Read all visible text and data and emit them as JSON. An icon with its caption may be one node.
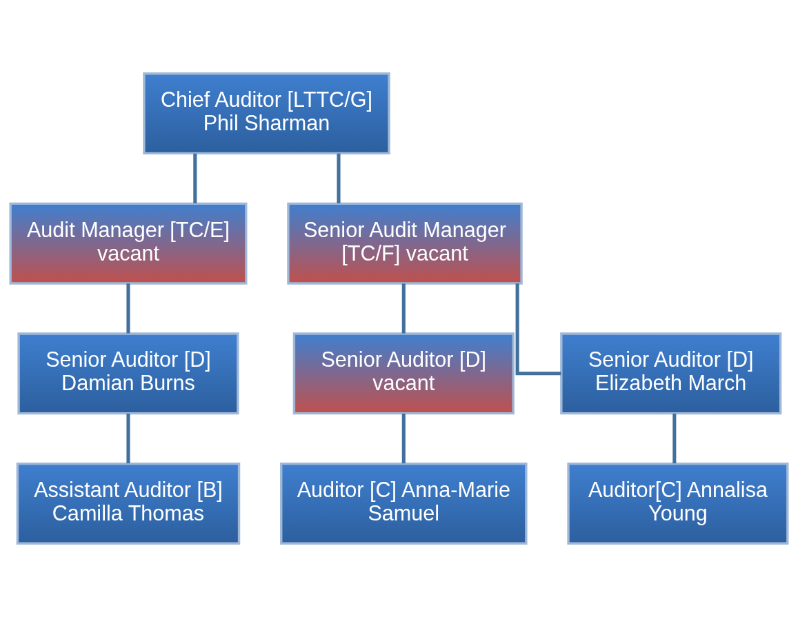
{
  "diagram": {
    "nodes": [
      {
        "text": [
          "Chief Auditor [LTTC/G] Phil Sharman"
        ]
      },
      {
        "text": [
          "Audit Manager [TC/E] vacant"
        ]
      },
      {
        "text": [
          "Senior Audit Manager [TC/F] vacant"
        ]
      },
      {
        "text": [
          "Senior Auditor [D] Damian Burns"
        ]
      },
      {
        "text": [
          "Senior Auditor [D] vacant"
        ]
      },
      {
        "text": [
          "Senior Auditor [D] Elizabeth March"
        ]
      },
      {
        "text": [
          "Assistant Auditor [B] Camilla Thomas"
        ]
      },
      {
        "text": [
          "Auditor [C] Anna-Marie Samuel"
        ]
      },
      {
        "text": [
          "Auditor[C] Annalisa Young"
        ]
      }
    ],
    "edges": [
      {
        "from": 0,
        "to": 1,
        "arrow": "none"
      },
      {
        "from": 0,
        "to": 2,
        "arrow": "none"
      },
      {
        "from": 1,
        "to": 3,
        "arrow": "none"
      },
      {
        "from": 2,
        "to": 4,
        "arrow": "none"
      },
      {
        "from": 2,
        "to": 5,
        "arrow": "none"
      },
      {
        "from": 3,
        "to": 6,
        "arrow": "none"
      },
      {
        "from": 4,
        "to": 7,
        "arrow": "none"
      },
      {
        "from": 5,
        "to": 8,
        "arrow": "none"
      }
    ]
  }
}
